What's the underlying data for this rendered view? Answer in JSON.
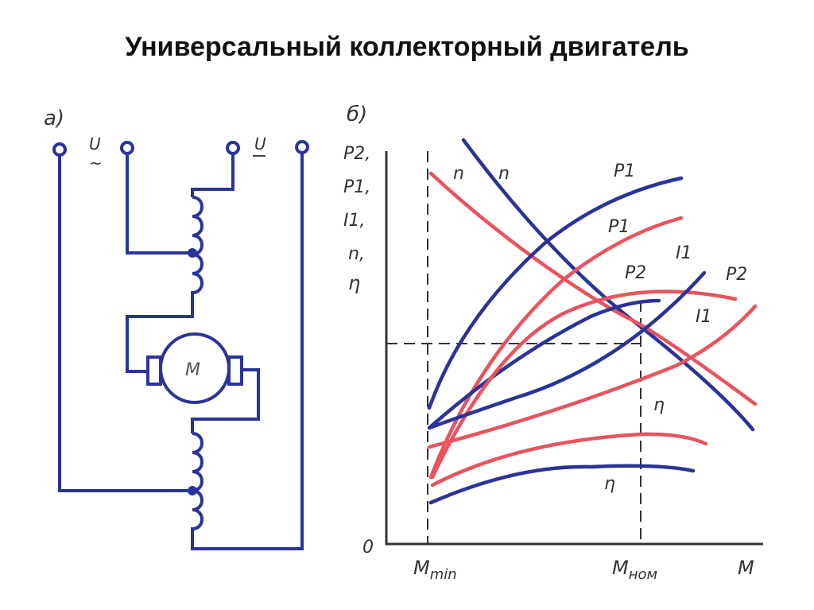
{
  "title": "Универсальный коллекторный двигатель",
  "colors": {
    "blue": "#2a3399",
    "red": "#e8535d",
    "ink": "#333333"
  },
  "circuit": {
    "panel_label": "а)",
    "terminal_ac_label": "U",
    "terminal_ac_symbol": "~",
    "terminal_dc_label": "U",
    "motor_label": "M"
  },
  "graph": {
    "panel_label": "б)",
    "y_axis_labels": [
      "P2,",
      "P1,",
      "I1,",
      "n,",
      "η"
    ],
    "origin_label": "0",
    "x_tick_labels": [
      {
        "main": "M",
        "sub": "min"
      },
      {
        "main": "M",
        "sub": "ном"
      }
    ],
    "x_axis_label": "M",
    "curve_labels": {
      "n_red": "n",
      "n_blue": "n",
      "P1_blue": "P1",
      "P1_red": "P1",
      "P2_blue": "P2",
      "P2_red": "P2",
      "I1_blue": "I1",
      "I1_red": "I1",
      "eta_red": "η",
      "eta_blue": "η"
    }
  }
}
